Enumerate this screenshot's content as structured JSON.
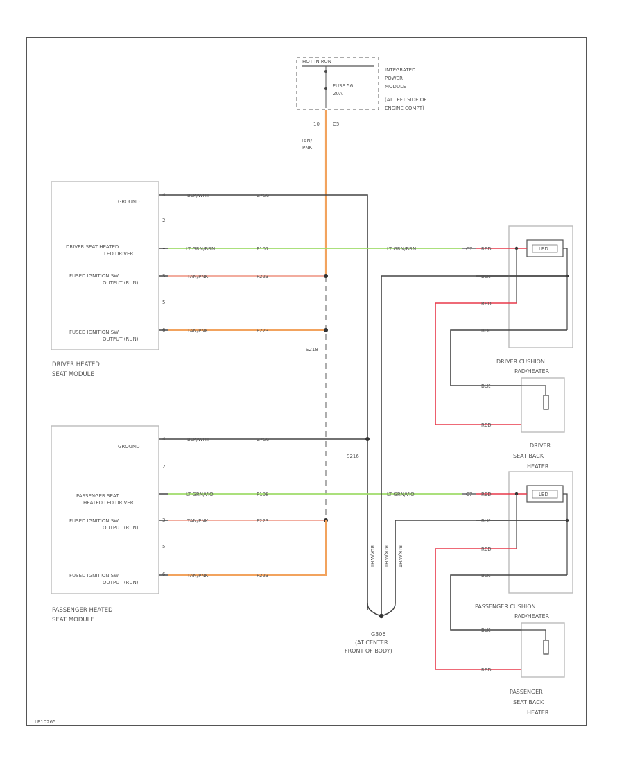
{
  "fuse_box": {
    "header": "HOT IN RUN",
    "fuse_name": "FUSE 56",
    "fuse_rating": "20A",
    "title_lines": [
      "INTEGRATED",
      "POWER",
      "MODULE",
      "(AT LEFT SIDE OF",
      "ENGINE COMPT)"
    ],
    "pin": "10",
    "connector": "C5",
    "wire_color": "TAN/",
    "wire_color2": "PNK"
  },
  "driver_module": {
    "pins": [
      {
        "num": "4",
        "label": "GROUND",
        "wire": "BLK/WHT",
        "circuit": "Z756"
      },
      {
        "num": "2",
        "label": "",
        "wire": "",
        "circuit": ""
      },
      {
        "num": "1",
        "label_line1": "DRIVER SEAT HEATED",
        "label_line2": "LED DRIVER",
        "wire": "LT GRN/BRN",
        "circuit": "P107"
      },
      {
        "num": "3",
        "label_line1": "FUSED IGNITION SW",
        "label_line2": "OUTPUT (RUN)",
        "wire": "TAN/PNK",
        "circuit": "F223"
      },
      {
        "num": "5",
        "label": "",
        "wire": "",
        "circuit": ""
      },
      {
        "num": "6",
        "label_line1": "FUSED IGNITION SW",
        "label_line2": "OUTPUT (RUN)",
        "wire": "TAN/PNK",
        "circuit": "F223"
      }
    ],
    "name_line1": "DRIVER HEATED",
    "name_line2": "SEAT MODULE"
  },
  "passenger_module": {
    "pins": [
      {
        "num": "4",
        "label": "GROUND",
        "wire": "BLK/WHT",
        "circuit": "Z756"
      },
      {
        "num": "2",
        "label": "",
        "wire": "",
        "circuit": ""
      },
      {
        "num": "1",
        "label_line1": "PASSENGER SEAT",
        "label_line2": "HEATED LED DRIVER",
        "wire": "LT GRN/VIO",
        "circuit": "P108"
      },
      {
        "num": "3",
        "label_line1": "FUSED IGNITION SW",
        "label_line2": "OUTPUT (RUN)",
        "wire": "TAN/PNK",
        "circuit": "F223"
      },
      {
        "num": "5",
        "label": "",
        "wire": "",
        "circuit": ""
      },
      {
        "num": "6",
        "label_line1": "FUSED IGNITION SW",
        "label_line2": "OUTPUT (RUN)",
        "wire": "TAN/PNK",
        "circuit": "F223"
      }
    ],
    "name_line1": "PASSENGER HEATED",
    "name_line2": "SEAT MODULE"
  },
  "splices": {
    "s218": "S218",
    "s216": "S216"
  },
  "ground": {
    "id": "G306",
    "line1": "(AT CENTER",
    "line2": "FRONT OF BODY)"
  },
  "ground_wire_label": "BLK/WHT",
  "driver_heaters": {
    "wire_green": "LT GRN/BRN",
    "pin": "C7",
    "wires": [
      "RED",
      "BLK",
      "RED",
      "BLK",
      "BLK",
      "RED"
    ],
    "led_label": "LED",
    "cushion_line1": "DRIVER CUSHION",
    "cushion_line2": "PAD/HEATER",
    "back_line1": "DRIVER",
    "back_line2": "SEAT BACK",
    "back_line3": "HEATER"
  },
  "passenger_heaters": {
    "wire_green": "LT GRN/VIO",
    "pin": "C7",
    "wires": [
      "RED",
      "BLK",
      "RED",
      "BLK",
      "BLK",
      "RED"
    ],
    "led_label": "LED",
    "cushion_line1": "PASSENGER CUSHION",
    "cushion_line2": "PAD/HEATER",
    "back_line1": "PASSENGER",
    "back_line2": "SEAT BACK",
    "back_line3": "HEATER"
  },
  "footer_code": "LE10265",
  "colors": {
    "orange": "#f2a35e",
    "salmon": "#f0a090",
    "green": "#9fdc6a",
    "black": "#444444",
    "red": "#e8394a",
    "frame": "#555555",
    "box": "#bbbbbb"
  }
}
